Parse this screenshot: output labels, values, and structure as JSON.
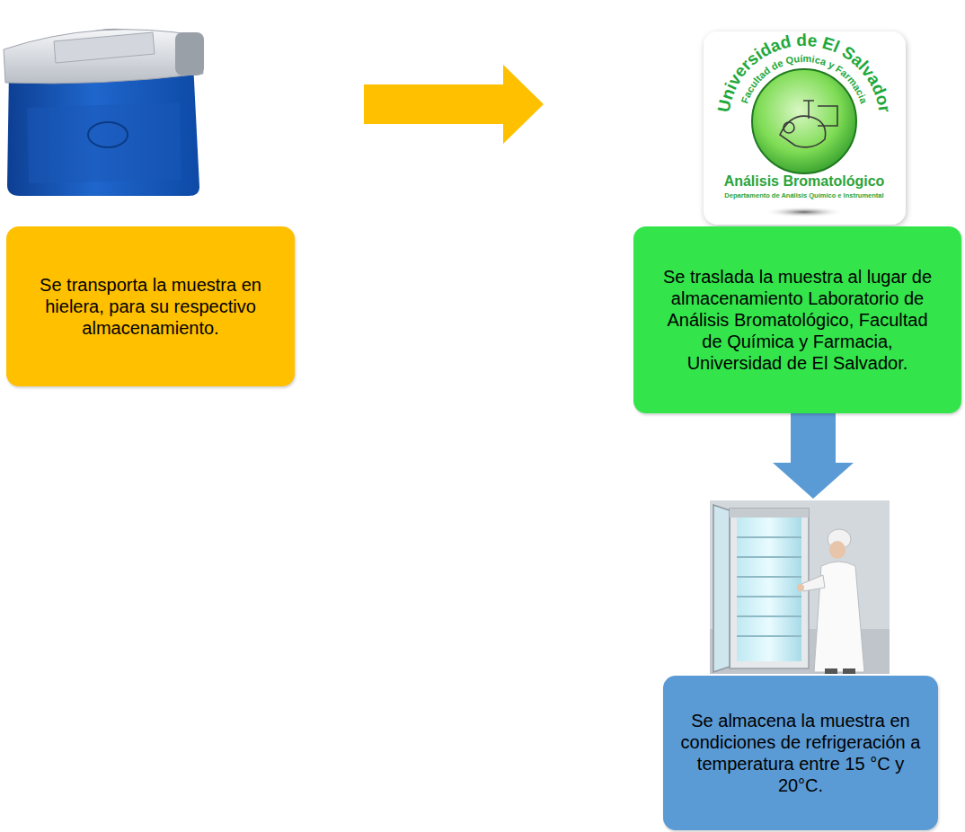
{
  "diagram": {
    "nodes": [
      {
        "text": [
          "Se transporta la muestra en hielera, para su respectivo almacenamiento."
        ]
      },
      {
        "text": [
          "Se traslada la muestra al lugar de almacenamiento Laboratorio de Análisis Bromatológico, Facultad de Química y Farmacia, Universidad de El Salvador."
        ]
      },
      {
        "text": [
          "Se almacena la muestra en condiciones de refrigeración a temperatura entre 15 °C y 20°C."
        ]
      }
    ],
    "edges": [
      {
        "from": 0,
        "to": 1,
        "arrow": "to"
      },
      {
        "from": 1,
        "to": 2,
        "arrow": "to"
      }
    ],
    "labels": [
      "Universidad de El Salvador",
      "Facultad de Química y Farmacia",
      "Análisis Bromatológico",
      "Departamento de Análisis Químico e Instrumental"
    ]
  }
}
